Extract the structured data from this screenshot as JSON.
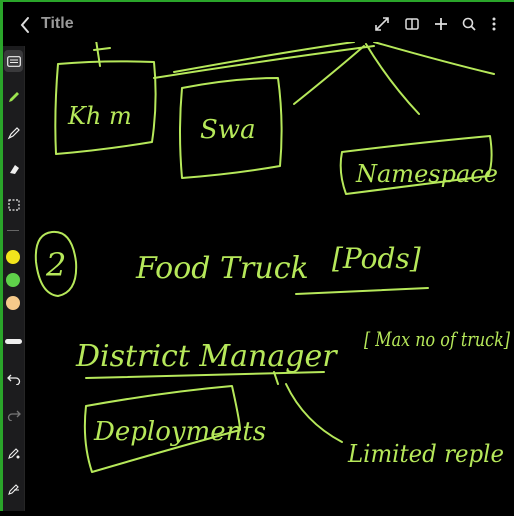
{
  "header": {
    "title": "Title",
    "icons": [
      "back-icon",
      "fullscreen-icon",
      "split-view-icon",
      "add-icon",
      "search-icon",
      "more-icon"
    ]
  },
  "toolbar": {
    "tools": [
      "keyboard-icon",
      "pen-icon",
      "highlighter-icon",
      "eraser-icon",
      "lasso-icon"
    ],
    "colors": [
      "#f2e41c",
      "#5fd14a",
      "#f5c98a"
    ],
    "active_tool": "keyboard-icon"
  },
  "ink_color": "#b6e85a",
  "canvas": {
    "handwritten_text": [
      "Kh m",
      "Swa",
      "Namespace",
      "2",
      "Food Truck",
      "[Pods]",
      "District Manager",
      "[ Max no of truck]",
      "Deployments",
      "Limited reple"
    ]
  }
}
